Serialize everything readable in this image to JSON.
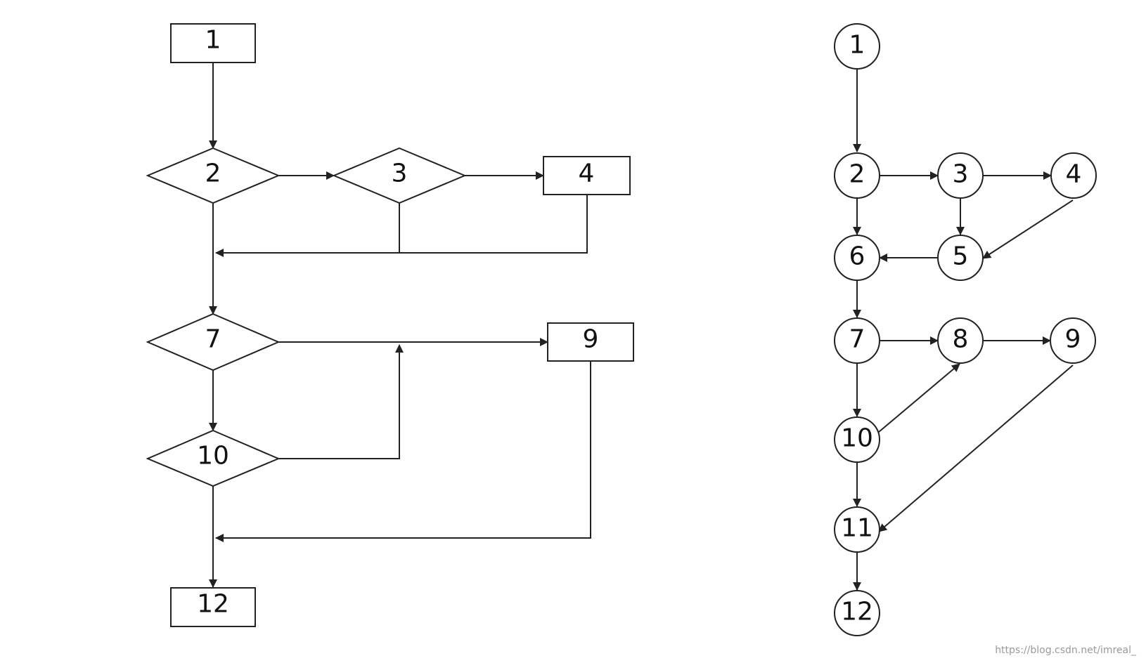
{
  "flowchart": {
    "nodes": [
      {
        "id": "1",
        "label": "1",
        "shape": "rect"
      },
      {
        "id": "2",
        "label": "2",
        "shape": "diamond"
      },
      {
        "id": "3",
        "label": "3",
        "shape": "diamond"
      },
      {
        "id": "4",
        "label": "4",
        "shape": "rect"
      },
      {
        "id": "7",
        "label": "7",
        "shape": "diamond"
      },
      {
        "id": "9",
        "label": "9",
        "shape": "rect"
      },
      {
        "id": "10",
        "label": "10",
        "shape": "diamond"
      },
      {
        "id": "12",
        "label": "12",
        "shape": "rect"
      }
    ],
    "edges": [
      {
        "from": "1",
        "to": "2"
      },
      {
        "from": "2",
        "to": "3"
      },
      {
        "from": "3",
        "to": "4"
      },
      {
        "from": "2",
        "to": "7"
      },
      {
        "from": "3",
        "to": "7"
      },
      {
        "from": "4",
        "to": "7"
      },
      {
        "from": "7",
        "to": "9"
      },
      {
        "from": "7",
        "to": "10"
      },
      {
        "from": "10",
        "to": "9"
      },
      {
        "from": "10",
        "to": "12"
      },
      {
        "from": "9",
        "to": "12"
      }
    ]
  },
  "flow_graph": {
    "nodes": [
      {
        "id": "1",
        "label": "1"
      },
      {
        "id": "2",
        "label": "2"
      },
      {
        "id": "3",
        "label": "3"
      },
      {
        "id": "4",
        "label": "4"
      },
      {
        "id": "5",
        "label": "5"
      },
      {
        "id": "6",
        "label": "6"
      },
      {
        "id": "7",
        "label": "7"
      },
      {
        "id": "8",
        "label": "8"
      },
      {
        "id": "9",
        "label": "9"
      },
      {
        "id": "10",
        "label": "10"
      },
      {
        "id": "11",
        "label": "11"
      },
      {
        "id": "12",
        "label": "12"
      }
    ],
    "edges": [
      {
        "from": "1",
        "to": "2"
      },
      {
        "from": "2",
        "to": "3"
      },
      {
        "from": "3",
        "to": "4"
      },
      {
        "from": "2",
        "to": "6"
      },
      {
        "from": "3",
        "to": "5"
      },
      {
        "from": "4",
        "to": "5"
      },
      {
        "from": "5",
        "to": "6"
      },
      {
        "from": "6",
        "to": "7"
      },
      {
        "from": "7",
        "to": "8"
      },
      {
        "from": "8",
        "to": "9"
      },
      {
        "from": "7",
        "to": "10"
      },
      {
        "from": "10",
        "to": "8"
      },
      {
        "from": "10",
        "to": "11"
      },
      {
        "from": "9",
        "to": "11"
      },
      {
        "from": "11",
        "to": "12"
      }
    ]
  },
  "watermark": "https://blog.csdn.net/imreal_",
  "colors": {
    "stroke": "#222222",
    "background": "#ffffff",
    "watermark": "#9a9a9a"
  }
}
